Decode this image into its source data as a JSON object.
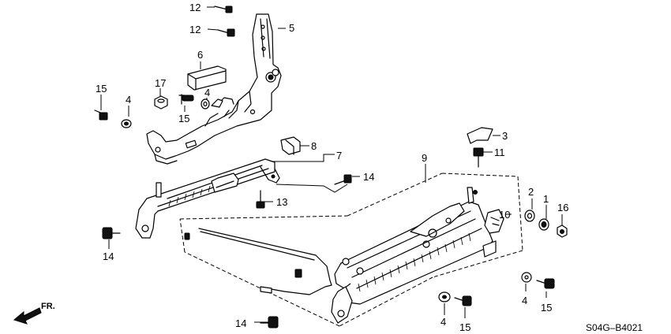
{
  "diagram": {
    "diagram_code": "S04G–B4021",
    "front_indicator": "FR.",
    "callouts": {
      "c1": "1",
      "c2": "2",
      "c3": "3",
      "c4a": "4",
      "c4b": "4",
      "c4c": "4",
      "c4d": "4",
      "c5": "5",
      "c6": "6",
      "c7": "7",
      "c8": "8",
      "c9": "9",
      "c10": "10",
      "c11": "11",
      "c12a": "12",
      "c12b": "12",
      "c13": "13",
      "c14a": "14",
      "c14b": "14",
      "c14c": "14",
      "c15a": "15",
      "c15b": "15",
      "c15c": "15",
      "c15d": "15",
      "c16": "16",
      "c17": "17"
    }
  }
}
